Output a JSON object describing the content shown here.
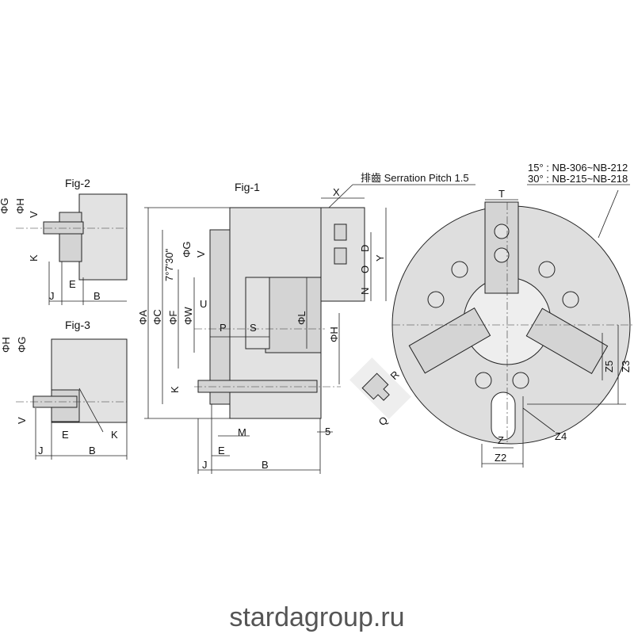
{
  "figures": {
    "fig1": "Fig-1",
    "fig2": "Fig-2",
    "fig3": "Fig-3"
  },
  "notes": {
    "serration": "排齒 Serration Pitch 1.5",
    "angle_15": "15° : NB-306~NB-212",
    "angle_30": "30° : NB-215~NB-218",
    "angle_taper": "7°7'30\""
  },
  "labels": {
    "A": "ΦA",
    "C": "ΦC",
    "F": "ΦF",
    "W": "ΦW",
    "G": "ΦG",
    "H": "ΦH",
    "L": "ΦL",
    "V": "V",
    "U": "U",
    "P": "P",
    "S": "S",
    "K": "K",
    "M": "M",
    "E": "E",
    "J": "J",
    "B": "B",
    "X": "X",
    "D": "D",
    "O": "O",
    "N": "N",
    "Y": "Y",
    "five": "5",
    "T": "T",
    "Z": "Z",
    "Z2": "Z2",
    "Z3": "Z3",
    "Z4": "Z4",
    "Z5": "Z5",
    "R": "R",
    "Q": "Q"
  },
  "watermark": "stardagroup.ru"
}
